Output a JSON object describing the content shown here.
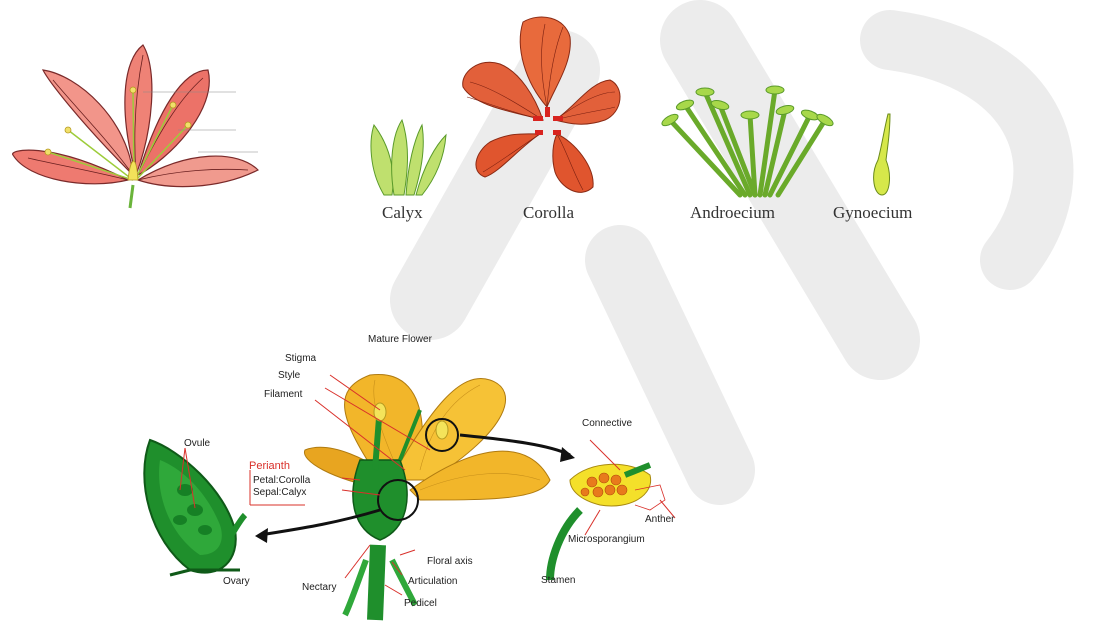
{
  "top_row": {
    "labels": {
      "calyx": "Calyx",
      "corolla": "Corolla",
      "androecium": "Androecium",
      "gynoecium": "Gynoecium"
    }
  },
  "diagram": {
    "title": "Mature Flower",
    "labels": {
      "stigma": "Stigma",
      "style": "Style",
      "filament": "Filament",
      "ovule": "Ovule",
      "perianth": "Perianth",
      "petal_corolla": "Petal:Corolla",
      "sepal_calyx": "Sepal:Calyx",
      "ovary": "Ovary",
      "nectary": "Nectary",
      "floral_axis": "Floral axis",
      "articulation": "Articulation",
      "pedicel": "Pedicel",
      "connective": "Connective",
      "anther": "Anther",
      "microsporangium": "Microsporangium",
      "stamen": "Stamen"
    }
  },
  "colors": {
    "petal_red": "#e8605a",
    "petal_light": "#f6b0a4",
    "corolla_orange": "#d9532c",
    "stem_green": "#7bbf3a",
    "calyx_green": "#b8dc6a",
    "dark_green": "#1f8f2c",
    "yellow_petal": "#f2b62a",
    "pollen_orange": "#e87a1c",
    "label_red": "#d9302a",
    "watermark_gray": "#ececec"
  }
}
